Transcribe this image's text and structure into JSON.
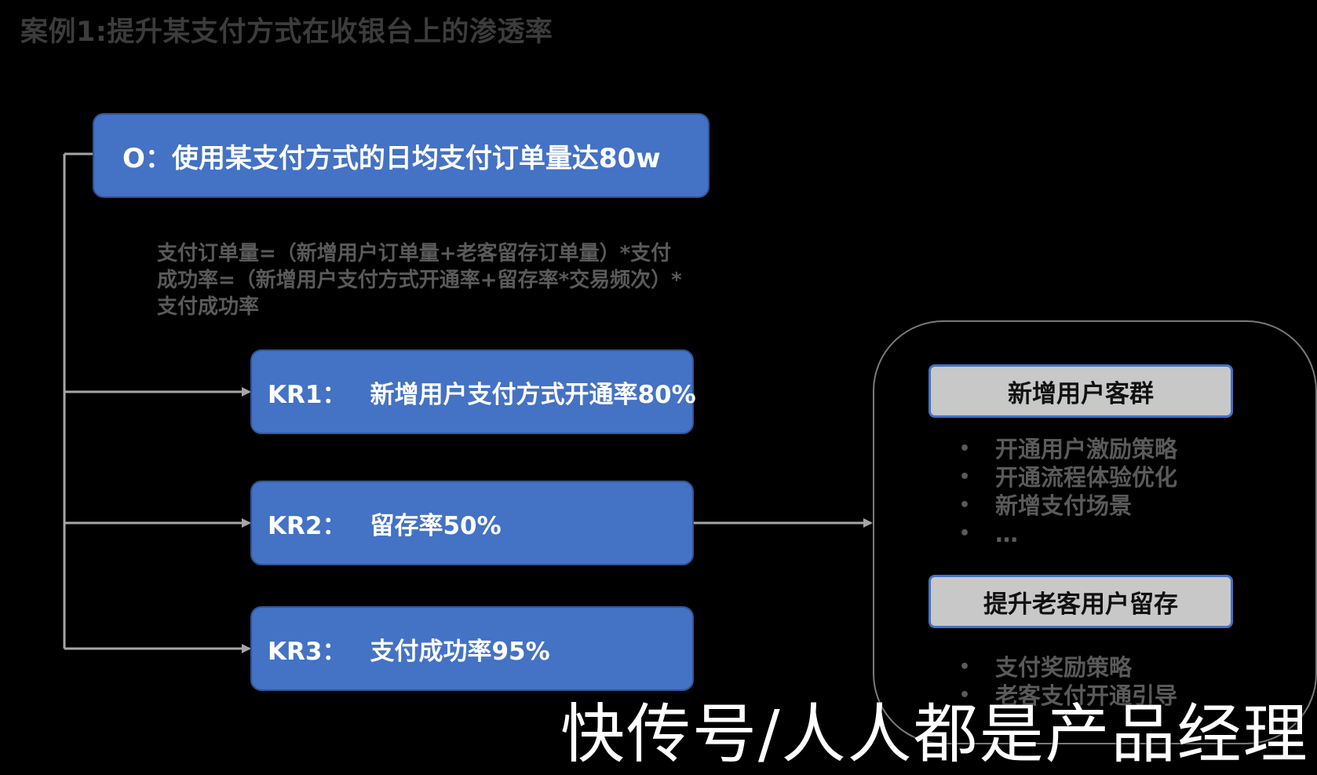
{
  "title": "案例1:提升某支付方式在收银台上的渗透率",
  "objective": {
    "label": "O：使用某支付方式的日均支付订单量达80w"
  },
  "formula": "支付订单量=（新增用户订单量+老客留存订单量）*支付成功率=（新增用户支付方式开通率+留存率*交易频次）*支付成功率",
  "key_results": [
    {
      "key": "KR1：",
      "text": "新增用户支付方式开通率80%"
    },
    {
      "key": "KR2：",
      "text": "留存率50%"
    },
    {
      "key": "KR3：",
      "text": "支付成功率95%"
    }
  ],
  "groups": [
    {
      "title": "新增用户客群",
      "items": [
        "开通用户激励策略",
        "开通流程体验优化",
        "新增支付场景",
        "…"
      ]
    },
    {
      "title": "提升老客用户留存",
      "items": [
        "支付奖励策略",
        "老客支付开通引导"
      ]
    }
  ],
  "bullet_glyph": "•",
  "watermark": "快传号/人人都是产品经理",
  "colors": {
    "box_fill": "#4472c4",
    "group_box_fill": "#c8c8c8",
    "connector": "#a6a6a6"
  }
}
